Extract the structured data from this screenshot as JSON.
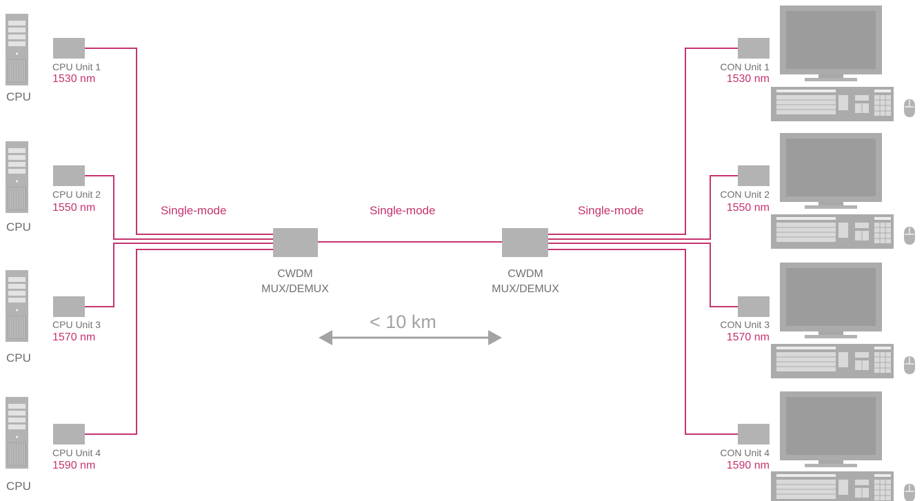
{
  "colors": {
    "fiber": "#c4326f",
    "device": "#b3b3b3",
    "device_dark": "#9a9a9a",
    "text": "#707070",
    "distance": "#a3a3a3"
  },
  "cpus": [
    {
      "label": "CPU",
      "unit": "CPU Unit 1",
      "wavelength": "1530 nm"
    },
    {
      "label": "CPU",
      "unit": "CPU Unit 2",
      "wavelength": "1550 nm"
    },
    {
      "label": "CPU",
      "unit": "CPU Unit 3",
      "wavelength": "1570 nm"
    },
    {
      "label": "CPU",
      "unit": "CPU Unit 4",
      "wavelength": "1590 nm"
    }
  ],
  "consoles": [
    {
      "unit": "CON Unit 1",
      "wavelength": "1530 nm"
    },
    {
      "unit": "CON Unit 2",
      "wavelength": "1550 nm"
    },
    {
      "unit": "CON Unit 3",
      "wavelength": "1570 nm"
    },
    {
      "unit": "CON Unit 4",
      "wavelength": "1590 nm"
    }
  ],
  "fiber_labels": [
    "Single-mode",
    "Single-mode",
    "Single-mode"
  ],
  "mux_left": {
    "line1": "CWDM",
    "line2": "MUX/DEMUX"
  },
  "mux_right": {
    "line1": "CWDM",
    "line2": "MUX/DEMUX"
  },
  "distance": "< 10 km"
}
